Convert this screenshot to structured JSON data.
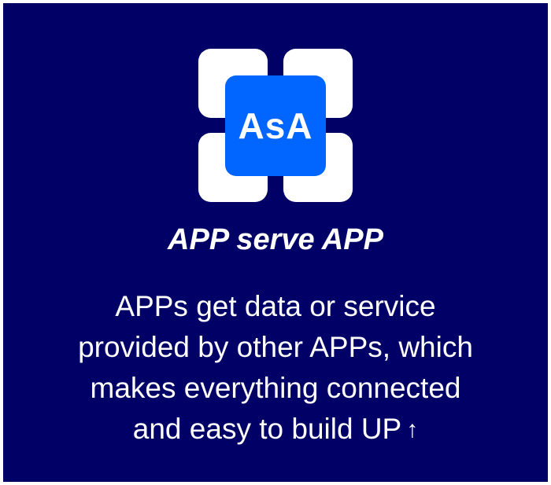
{
  "logo": {
    "text": "AsA",
    "tile_color": "#ffffff",
    "center_color": "#0066ff"
  },
  "background_color": "#000066",
  "title": "APP serve APP",
  "description": {
    "lines": [
      "APPs get data or service",
      "provided by other APPs, which",
      "makes everything connected",
      "and easy to build UP"
    ],
    "arrow_glyph": "↑",
    "arrow_icon": "up-arrow-icon"
  }
}
